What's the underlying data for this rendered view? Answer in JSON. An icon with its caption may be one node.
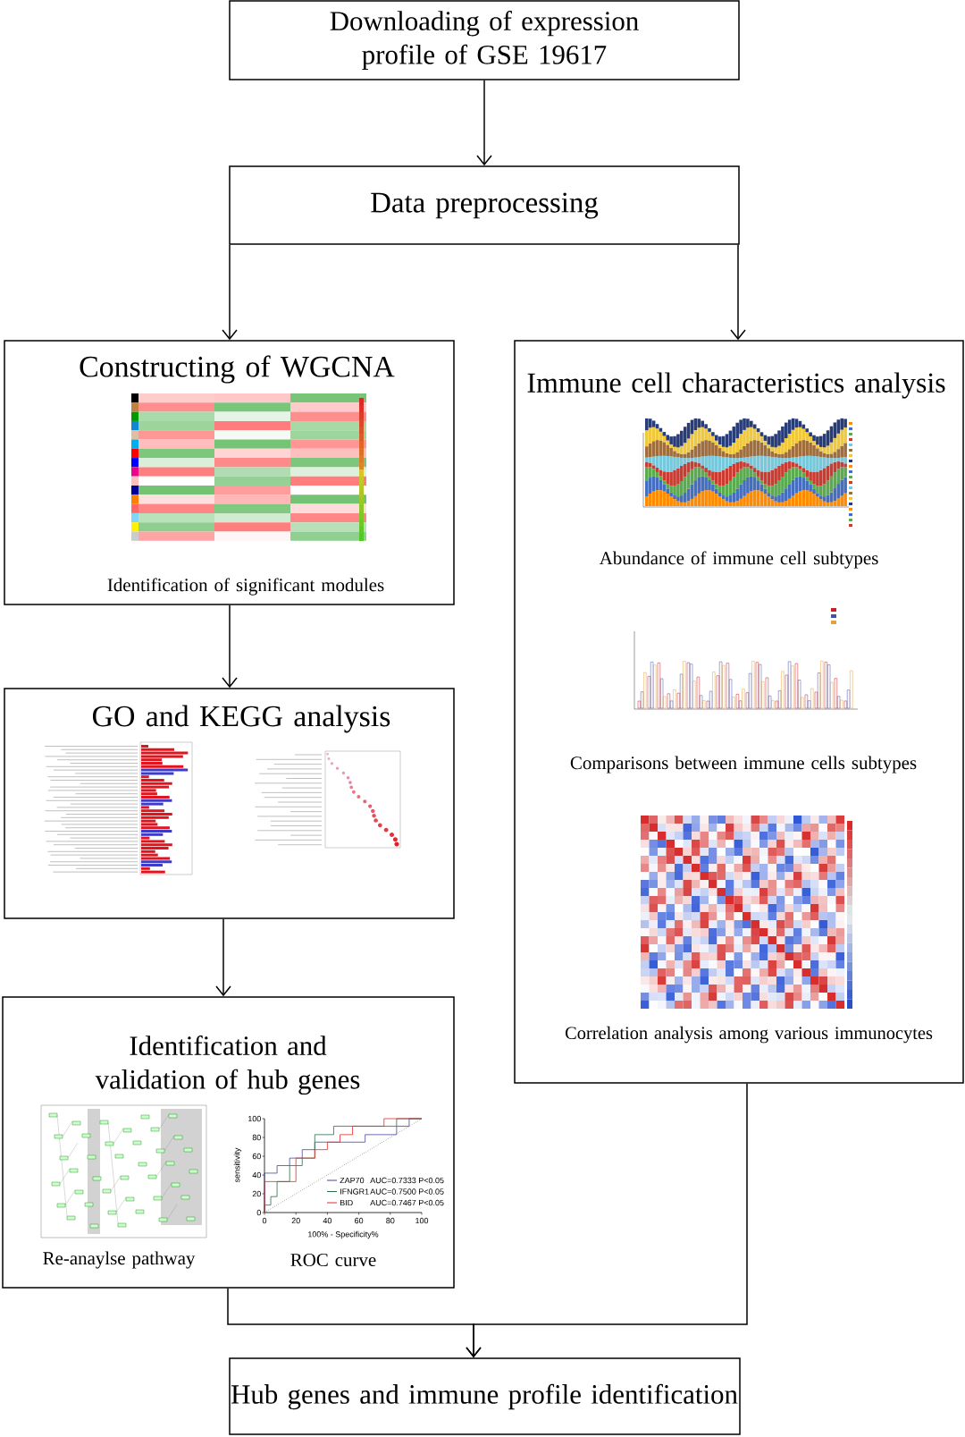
{
  "diagram": {
    "nodes": [
      {
        "text": [
          "Downloading of expression profile of GSE 19617"
        ]
      },
      {
        "text": [
          "Data preprocessing"
        ]
      },
      {
        "text": [
          "Constructing of WGCNA",
          "Identification of significant modules"
        ]
      },
      {
        "text": [
          "GO and KEGG analysis"
        ]
      },
      {
        "text": [
          "Identification and validation of hub genes",
          "Re-anaylse pathway",
          "ROC curve"
        ]
      },
      {
        "text": [
          "Immune cell characteristics analysis",
          "Abundance of immune cell subtypes",
          "Comparisons between immune cells subtypes",
          "Correlation analysis among various immunocytes"
        ]
      },
      {
        "text": [
          "Hub genes and immune profile identification"
        ]
      }
    ],
    "edges": [
      {
        "from": 0,
        "to": 1,
        "arrow": "to"
      },
      {
        "from": 1,
        "to": 2,
        "arrow": "to"
      },
      {
        "from": 1,
        "to": 5,
        "arrow": "to"
      },
      {
        "from": 2,
        "to": 3,
        "arrow": "to"
      },
      {
        "from": 3,
        "to": 4,
        "arrow": "to"
      },
      {
        "from": 4,
        "to": 6,
        "arrow": "to"
      },
      {
        "from": 5,
        "to": 6,
        "arrow": "to"
      }
    ],
    "labels": [
      "100",
      "80",
      "60",
      "40",
      "20",
      "0",
      "sensitivity",
      "ZAP70",
      "AUC=0.7333 P<0.05",
      "IFNGR1",
      "AUC=0.7500 P<0.05",
      "BID",
      "AUC=0.7467 P<0.05",
      "0",
      "20",
      "40",
      "60",
      "80",
      "100",
      "100% - Specificity%"
    ]
  }
}
